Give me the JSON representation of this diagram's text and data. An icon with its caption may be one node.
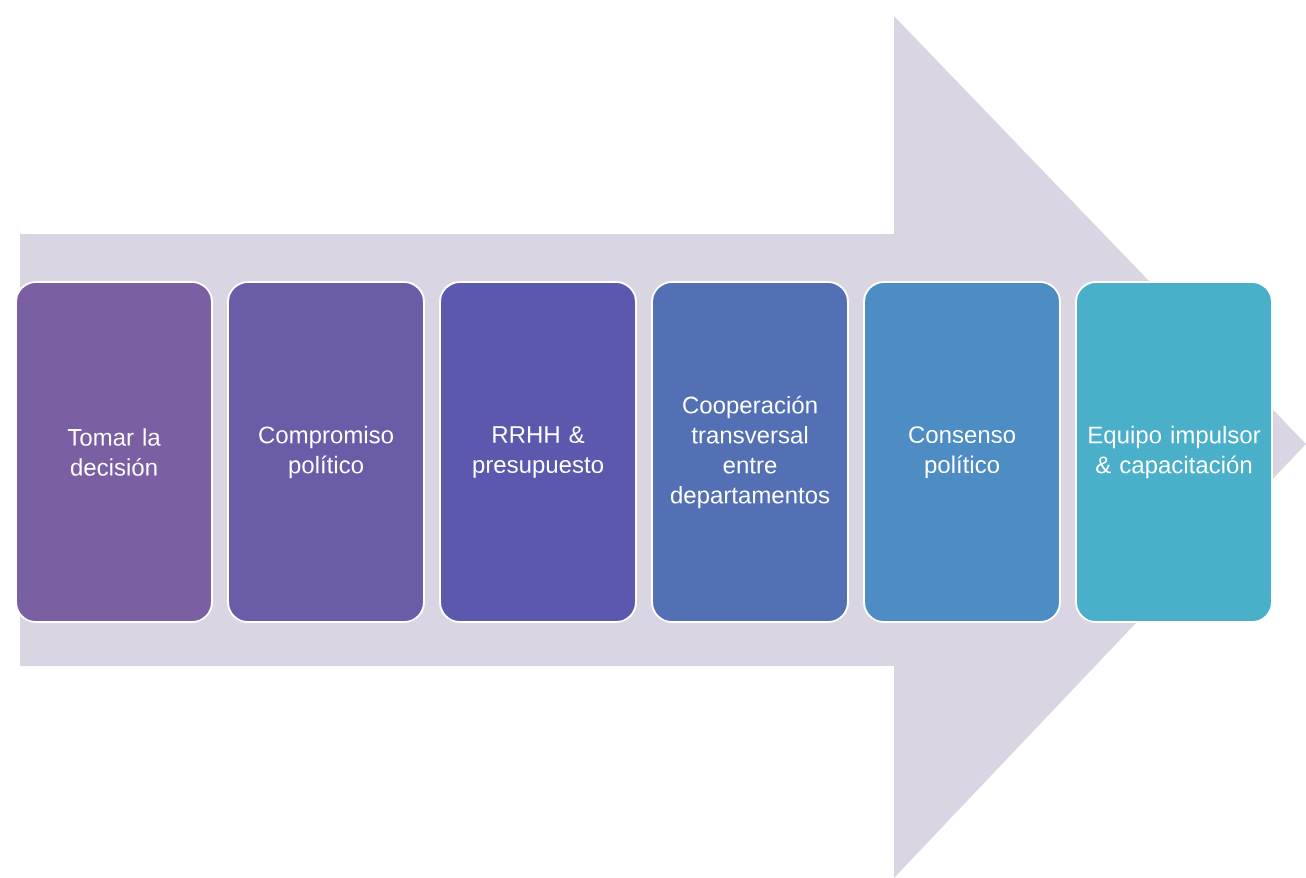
{
  "diagram": {
    "nodes": [
      {
        "text": [
          "Tomar la decisión"
        ]
      },
      {
        "text": [
          "Compromiso político"
        ]
      },
      {
        "text": [
          "RRHH & presupuesto"
        ]
      },
      {
        "text": [
          "Cooperación transversal entre departamentos"
        ]
      },
      {
        "text": [
          "Consenso político"
        ]
      },
      {
        "text": [
          "Equipo impulsor & capacitación"
        ]
      }
    ],
    "edges": [
      {
        "from": 0,
        "to": 5,
        "arrow": "to",
        "style": "thick"
      }
    ]
  }
}
